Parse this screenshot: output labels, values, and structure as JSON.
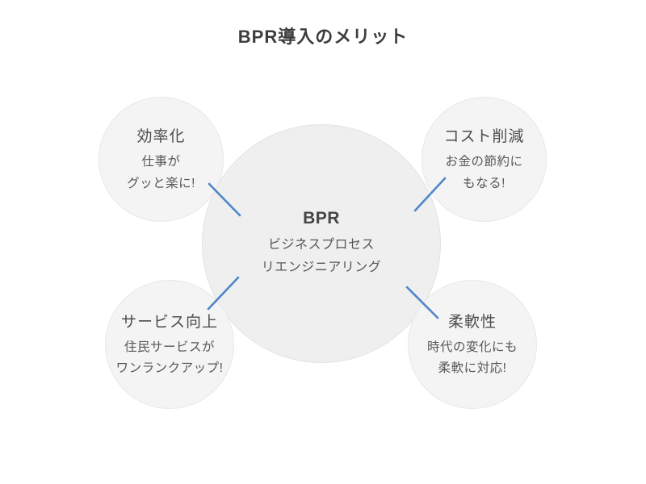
{
  "title": "BPR導入のメリット",
  "colors": {
    "connector_line": "#4e86c8",
    "center_circle_fill": "#efeff0",
    "center_circle_border": "#e3e3e5",
    "satellite_circle_fill": "#f4f4f5",
    "satellite_circle_border": "#e7e7e9",
    "title_text": "#3d3d3d"
  },
  "center": {
    "title": "BPR",
    "line1": "ビジネスプロセス",
    "line2": "リエンジニアリング"
  },
  "nodes": [
    {
      "id": "efficiency",
      "title": "効率化",
      "line1": "仕事が",
      "line2": "グッと楽に!"
    },
    {
      "id": "cost-reduction",
      "title": "コスト削減",
      "line1": "お金の節約に",
      "line2": "もなる!"
    },
    {
      "id": "service-improvement",
      "title": "サービス向上",
      "line1": "住民サービスが",
      "line2": "ワンランクアップ!"
    },
    {
      "id": "flexibility",
      "title": "柔軟性",
      "line1": "時代の変化にも",
      "line2": "柔軟に対応!"
    }
  ]
}
